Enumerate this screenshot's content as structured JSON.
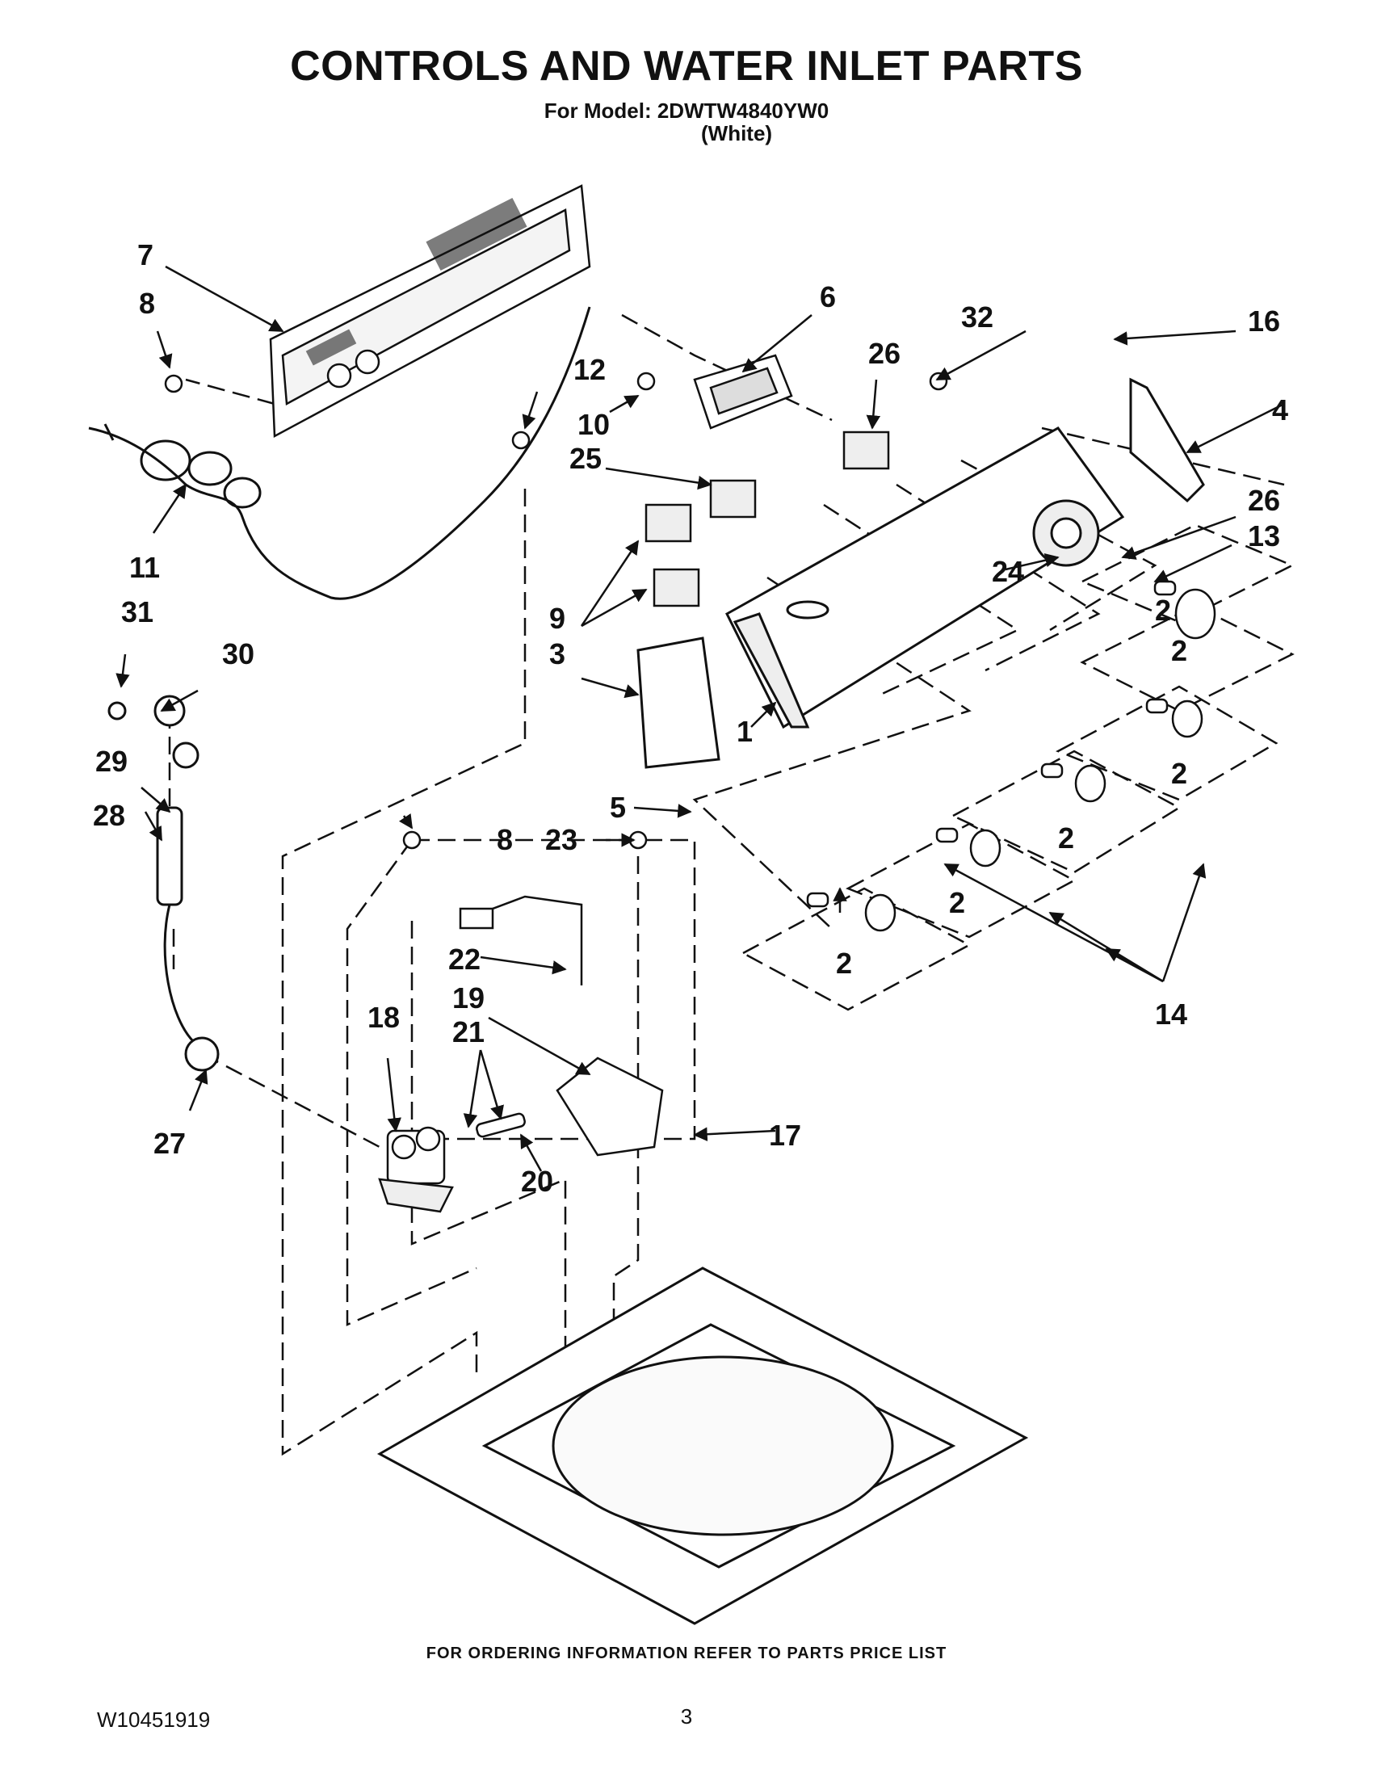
{
  "header": {
    "title": "CONTROLS AND WATER INLET PARTS",
    "model_line": "For Model: 2DWTW4840YW0",
    "color_line": "(White)"
  },
  "callouts": {
    "c1": "1",
    "c2a": "2",
    "c2b": "2",
    "c2c": "2",
    "c2d": "2",
    "c2e": "2",
    "c2f": "2",
    "c3": "3",
    "c4": "4",
    "c5": "5",
    "c6": "6",
    "c7": "7",
    "c8a": "8",
    "c8b": "8",
    "c9": "9",
    "c10": "10",
    "c11": "11",
    "c12": "12",
    "c13": "13",
    "c14": "14",
    "c16": "16",
    "c17": "17",
    "c18": "18",
    "c19": "19",
    "c20": "20",
    "c21": "21",
    "c22": "22",
    "c23": "23",
    "c24": "24",
    "c25": "25",
    "c26a": "26",
    "c26b": "26",
    "c27": "27",
    "c28": "28",
    "c29": "29",
    "c30": "30",
    "c31": "31",
    "c32": "32"
  },
  "footer": {
    "note": "FOR ORDERING INFORMATION REFER TO PARTS PRICE LIST",
    "doc_number": "W10451919",
    "page_number": "3"
  }
}
